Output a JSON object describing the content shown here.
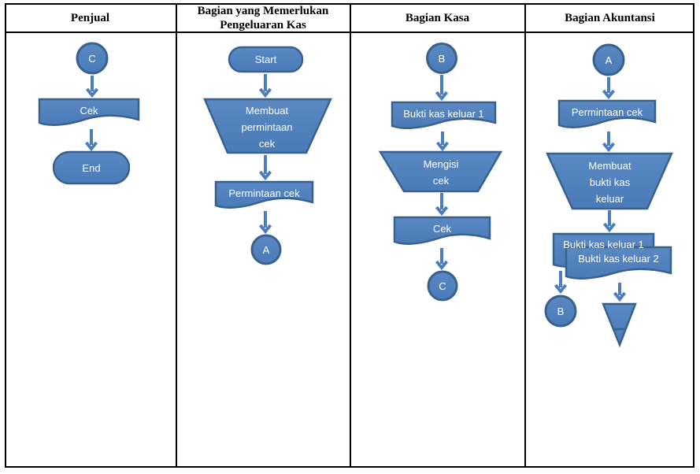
{
  "header": {
    "columns": [
      "Penjual",
      "Bagian yang Memerlukan Pengeluaran Kas",
      "Bagian Kasa",
      "Bagian Akuntansi"
    ]
  },
  "lanes": {
    "penjual": {
      "connector_in": "C",
      "doc": "Cek",
      "terminator": "End"
    },
    "pemohon": {
      "terminator": "Start",
      "manual": [
        "Membuat",
        "permintaan",
        "cek"
      ],
      "doc": "Permintaan cek",
      "connector_out": "A"
    },
    "kasa": {
      "connector_in": "B",
      "doc_in": "Bukti kas keluar 1",
      "manual": [
        "Mengisi",
        "cek"
      ],
      "doc_out": "Cek",
      "connector_out": "C"
    },
    "akuntansi": {
      "connector_in": "A",
      "doc_in": "Permintaan cek",
      "manual": [
        "Membuat",
        "bukti kas",
        "keluar"
      ],
      "doc_out_1": "Bukti kas keluar 1",
      "doc_out_2": "Bukti kas keluar 2",
      "connector_out": "B"
    }
  },
  "colors": {
    "shape_fill": "#4E81BD",
    "shape_border": "#38618C",
    "arrow": "#4C7DBC",
    "shape_text": "#FFFFFF",
    "table_border": "#000000"
  }
}
